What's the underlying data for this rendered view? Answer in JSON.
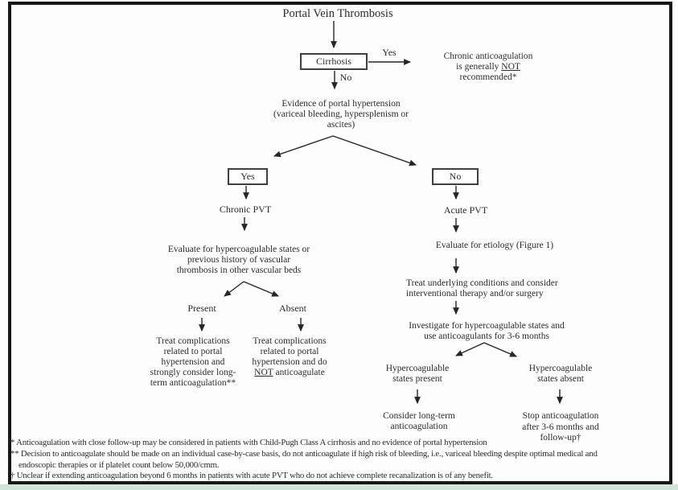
{
  "figure": {
    "title": "Portal Vein Thrombosis"
  },
  "nodes": {
    "cirrhosis_box": {
      "label": "Cirrhosis"
    },
    "yes_edge": {
      "label": "Yes"
    },
    "no_edge": {
      "label": "No"
    },
    "no_anticoag_note": {
      "line1": "Chronic anticoagulation",
      "line2_prefix": "is generally ",
      "line2_underline": "NOT",
      "line3": "recommended*"
    },
    "evidence": {
      "lines": [
        "Evidence of portal hypertension",
        "(variceal bleeding, hypersplenism or",
        "ascites)"
      ]
    },
    "yes_box": {
      "label": "Yes"
    },
    "no_box": {
      "label": "No"
    },
    "chronic_pvt": {
      "label": "Chronic PVT"
    },
    "evaluate_hyper": {
      "lines": [
        "Evaluate for hypercoagulable states or",
        "previous history of vascular",
        "thrombosis in other vascular beds"
      ]
    },
    "present": {
      "label": "Present"
    },
    "absent": {
      "label": "Absent"
    },
    "treat_present": {
      "lines": [
        "Treat complications",
        "related to portal",
        "hypertension and",
        "strongly consider long-",
        "term anticoagulation**"
      ]
    },
    "treat_absent": {
      "lines": [
        "Treat complications",
        "related to portal",
        "hypertension and do"
      ],
      "last_underline": "NOT",
      "last_rest": " anticoagulate"
    },
    "acute_pvt": {
      "label": "Acute PVT"
    },
    "eval_etiology": {
      "label": "Evaluate for etiology (Figure 1)"
    },
    "treat_underlying": {
      "lines": [
        "Treat underlying conditions and consider",
        "interventional therapy and/or surgery"
      ]
    },
    "investigate": {
      "lines": [
        "Investigate for hypercoagulable states and",
        "use anticoagulants for 3-6 months"
      ]
    },
    "hyper_present": {
      "lines": [
        "Hypercoagulable",
        "states present"
      ]
    },
    "hyper_absent": {
      "lines": [
        "Hypercoagulable",
        "states absent"
      ]
    },
    "consider_longterm": {
      "lines": [
        "Consider long-term",
        "anticoagulation"
      ]
    },
    "stop_anticoag": {
      "lines": [
        "Stop anticoagulation",
        "after 3-6 months and",
        "follow-up†"
      ]
    }
  },
  "footnotes": {
    "lines": [
      "* Anticoagulation with close follow-up may be considered in patients with Child-Pugh Class A cirrhosis and no evidence of portal hypertension",
      "** Decision to anticoagulate should be made on an individual case-by-case basis, do not anticoagulate if high risk of bleeding, i.e., variceal bleeding despite optimal medical and",
      "endoscopic therapies or if platelet count below 50,000/cmm.",
      "† Unclear if extending anticoagulation beyond 6 months in patients with acute PVT who do not achieve complete recanalization is of any benefit."
    ]
  },
  "colors": {
    "frame": "#181818",
    "accent_strip": "#cfe5d9",
    "text": "#2b2b2b"
  }
}
